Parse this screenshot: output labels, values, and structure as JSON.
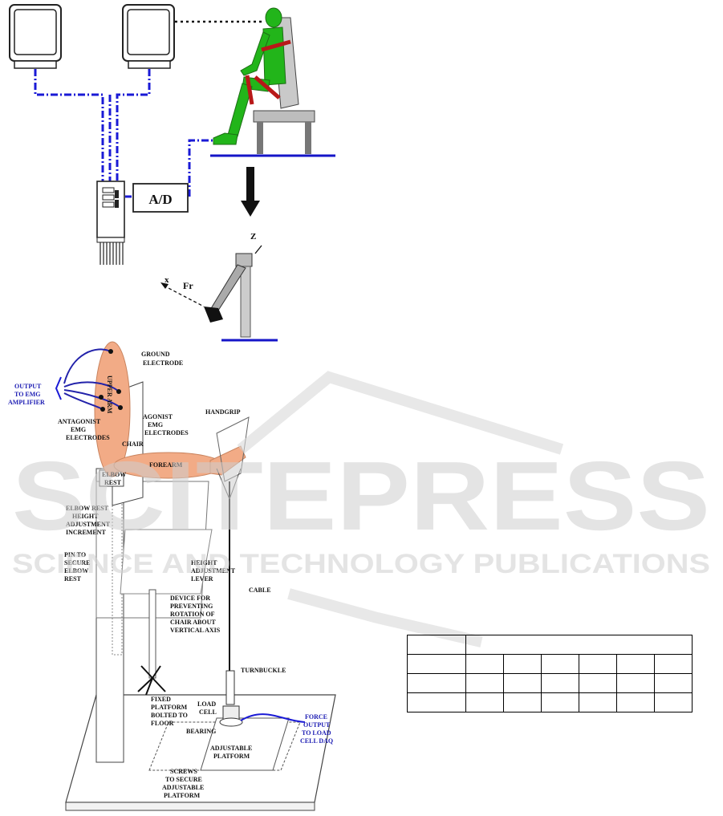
{
  "figure_top": {
    "labels": {
      "ad_box": "A/D",
      "z_axis": "Z",
      "x_axis": "x",
      "force": "Fr"
    },
    "colors": {
      "seat_person": "#22b51a",
      "strap": "#b81818",
      "cable": "#1a1ad6",
      "platform": "#1515c8"
    }
  },
  "figure_bottom": {
    "labels": {
      "ground_electrode": [
        "GROUND",
        "ELECTRODE"
      ],
      "output_emg": [
        "OUTPUT",
        "TO EMG",
        "AMPLIFIER"
      ],
      "antagonist": [
        "ANTAGONIST",
        "EMG",
        "ELECTRODES"
      ],
      "agonist": [
        "AGONIST",
        "EMG",
        "ELECTRODES"
      ],
      "upper_arm": "UPPER ARM",
      "chair": "CHAIR",
      "handgrip": "HANDGRIP",
      "forearm": "FOREARM",
      "elbow_rest": [
        "ELBOW",
        "REST"
      ],
      "elbow_rest_height": [
        "ELBOW REST",
        "HEIGHT",
        "ADJUSTMENT",
        "INCREMENT"
      ],
      "pin": [
        "PIN TO",
        "SECURE",
        "ELBOW",
        "REST"
      ],
      "height_lever": [
        "HEIGHT",
        "ADJUSTMENT",
        "LEVER"
      ],
      "cable": "CABLE",
      "device": [
        "DEVICE FOR",
        "PREVENTING",
        "ROTATION OF",
        "CHAIR ABOUT",
        "VERTICAL AXIS"
      ],
      "turnbuckle": "TURNBUCKLE",
      "fixed_platform": [
        "FIXED",
        "PLATFORM",
        "BOLTED TO",
        "FLOOR"
      ],
      "load_cell": [
        "LOAD",
        "CELL"
      ],
      "force_output": [
        "FORCE",
        "OUTPUT",
        "TO LOAD",
        "CELL DAQ"
      ],
      "bearing": "BEARING",
      "adjustable_platform": [
        "ADJUSTABLE",
        "PLATFORM"
      ],
      "screws": [
        "SCREWS",
        "TO SECURE",
        "ADJUSTABLE",
        "PLATFORM"
      ]
    },
    "colors": {
      "arm": "#f2ab86",
      "emg_wire": "#2222aa"
    }
  },
  "watermark": {
    "title": "SCITEPRESS",
    "subtitle": "SCIENCE AND TECHNOLOGY PUBLICATIONS"
  },
  "table": {
    "rows": 4,
    "cols": 7
  }
}
